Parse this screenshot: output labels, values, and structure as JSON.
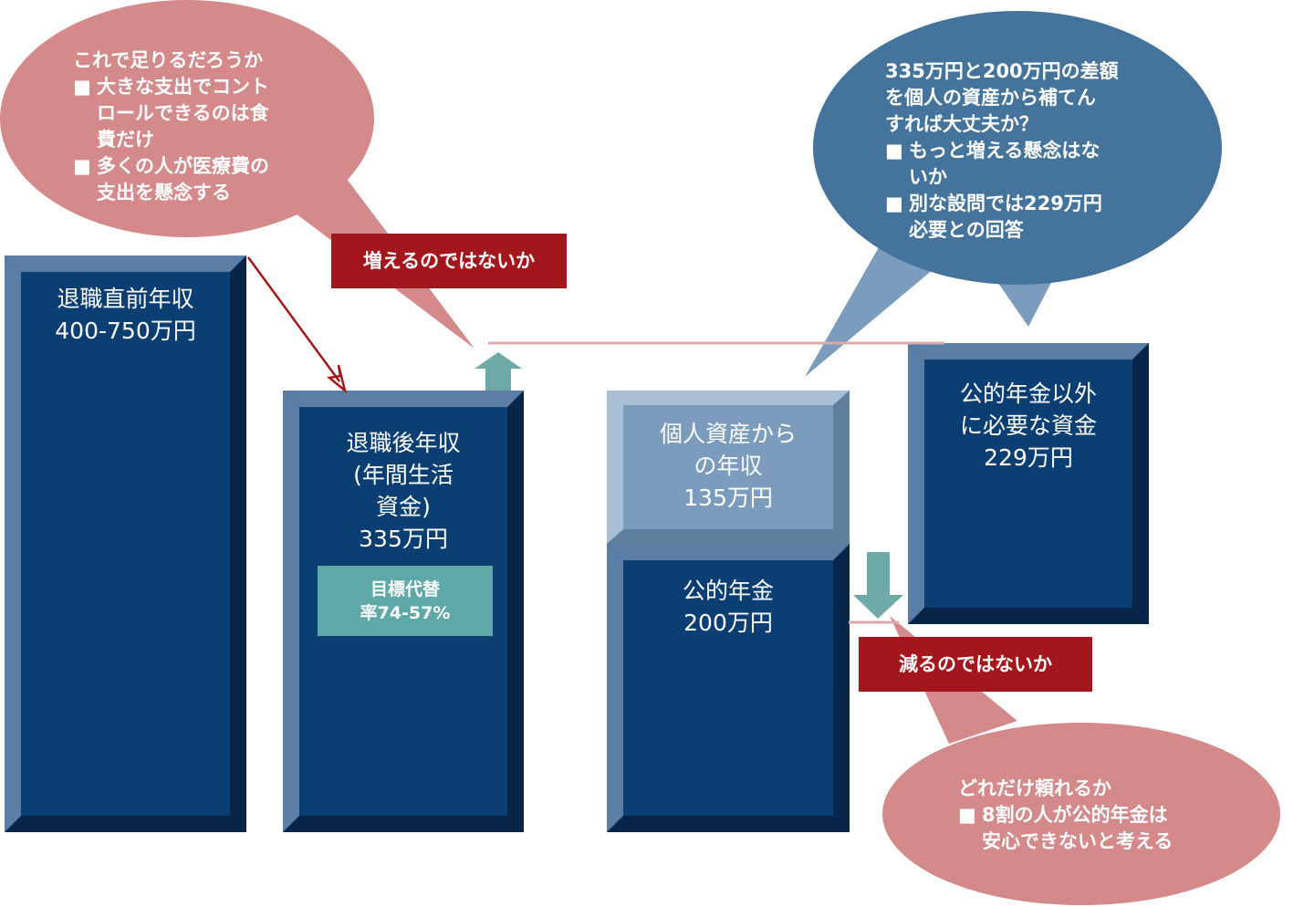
{
  "colors": {
    "block_front": "#0b3f73",
    "block_bevel_light": "#5b7ea6",
    "block_bevel_dark": "#062548",
    "personal_block": "#7b9cbd",
    "pink_bubble": "#d4898a",
    "blue_bubble": "#44739c",
    "red_label": "#a3161c",
    "teal": "#5fa8a8"
  },
  "blocks": {
    "pre_retirement": {
      "lines": [
        "退職直前年収",
        "400-750万円"
      ]
    },
    "post_retirement": {
      "lines": [
        "退職後年収",
        "(年間生活",
        "資金)",
        "335万円"
      ]
    },
    "target": {
      "lines": [
        "目標代替",
        "率74-57%"
      ]
    },
    "personal_assets": {
      "lines": [
        "個人資産から",
        "の年収",
        "135万円"
      ]
    },
    "public_pension": {
      "lines": [
        "公的年金",
        "200万円"
      ]
    },
    "other_funds": {
      "lines": [
        "公的年金以外",
        "に必要な資金",
        "229万円"
      ]
    }
  },
  "labels": {
    "increase": "増えるのではないか",
    "decrease": "減るのではないか"
  },
  "bubbles": {
    "top_left": {
      "title": "これで足りるだろうか",
      "items": [
        [
          "大きな支出でコント",
          "ロールできるのは食",
          "費だけ"
        ],
        [
          "多くの人が医療費の",
          "支出を懸念する"
        ]
      ]
    },
    "top_right": {
      "title_lines": [
        "335万円と200万円の差額",
        "を個人の資産から補てん",
        "すれば大丈夫か？"
      ],
      "items": [
        [
          "もっと増える懸念はな",
          "いか"
        ],
        [
          "別な設問では229万円",
          "必要との回答"
        ]
      ]
    },
    "bottom_right": {
      "title": "どれだけ頼れるか",
      "items": [
        [
          "8割の人が公的年金は",
          "安心できないと考える"
        ]
      ]
    },
    "bullet": "■"
  }
}
